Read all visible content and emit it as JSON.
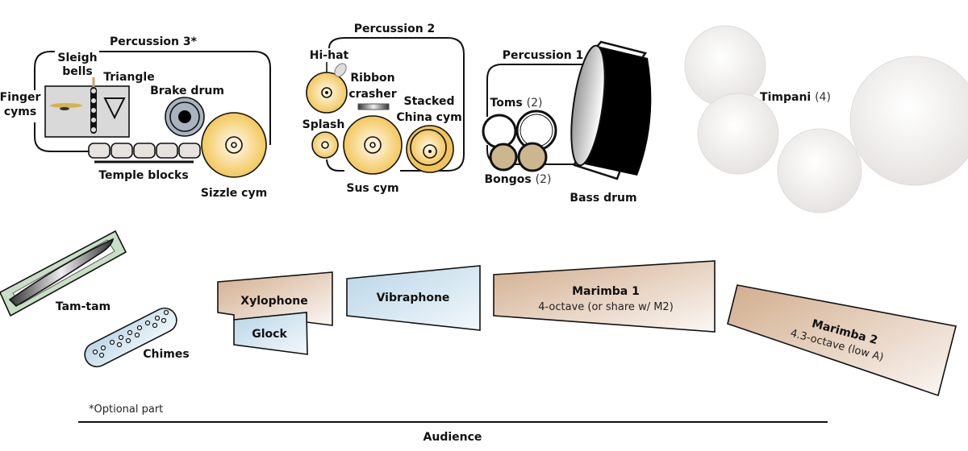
{
  "sections": {
    "percussion3": "Percussion 3*",
    "percussion2": "Percussion 2",
    "percussion1": "Percussion 1"
  },
  "instruments": {
    "sleigh_bells": [
      "Sleigh",
      "bells"
    ],
    "triangle": "Triangle",
    "finger_cyms": [
      "Finger",
      "cyms"
    ],
    "brake_drum": "Brake drum",
    "temple_blocks": "Temple blocks",
    "sizzle_cym": "Sizzle cym",
    "hi_hat": "Hi-hat",
    "ribbon_crasher": [
      "Ribbon",
      "crasher"
    ],
    "stacked_china": [
      "Stacked",
      "China cym"
    ],
    "splash": "Splash",
    "sus_cym": "Sus cym",
    "toms": {
      "name": "Toms",
      "count": "(2)"
    },
    "bongos": {
      "name": "Bongos",
      "count": "(2)"
    },
    "bass_drum": "Bass drum",
    "timpani": {
      "name": "Timpani",
      "count": "(4)"
    },
    "tam_tam": "Tam-tam",
    "chimes": "Chimes",
    "xylophone": "Xylophone",
    "glock": "Glock",
    "vibraphone": "Vibraphone",
    "marimba1": {
      "name": "Marimba 1",
      "note": "4-octave (or share w/ M2)"
    },
    "marimba2": {
      "name": "Marimba 2",
      "note": "4.3-octave (low A)"
    }
  },
  "footnote": "*Optional part",
  "audience": "Audience",
  "colors": {
    "cymbal": "#f5c960",
    "wood": "#d4b49a",
    "blue": "#c5dcea",
    "tam_green": "#c7dfc5",
    "bongo": "#cbb68e",
    "brake": "#a9b3bf"
  }
}
